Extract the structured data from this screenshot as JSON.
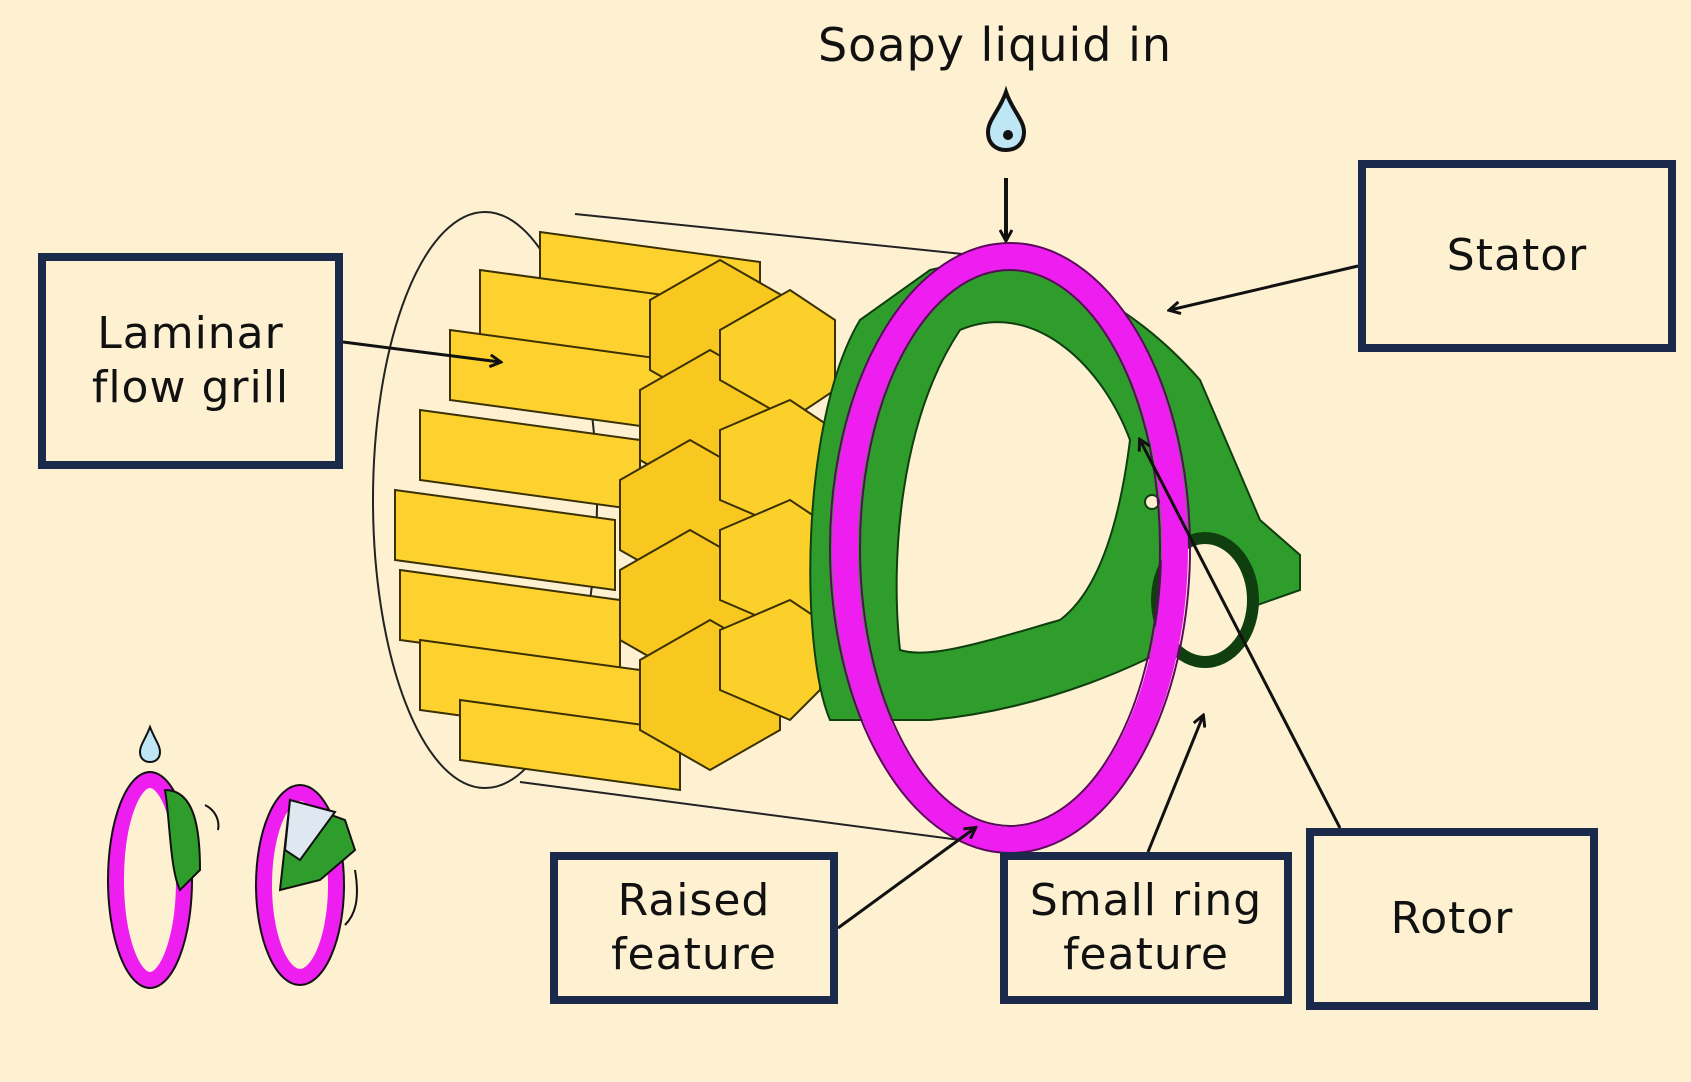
{
  "diagram": {
    "title": "Soapy liquid in",
    "labels": {
      "laminar": "Laminar\nflow grill",
      "stator": "Stator",
      "raised": "Raised\nfeature",
      "small_ring": "Small ring\nfeature",
      "rotor": "Rotor"
    },
    "colors": {
      "background": "#fdf1d2",
      "box_border": "#1b2a4a",
      "grill": "#fdd22e",
      "stator": "#ef1ef0",
      "rotor": "#2f9d2b",
      "droplet": "#bfe6f5"
    }
  }
}
